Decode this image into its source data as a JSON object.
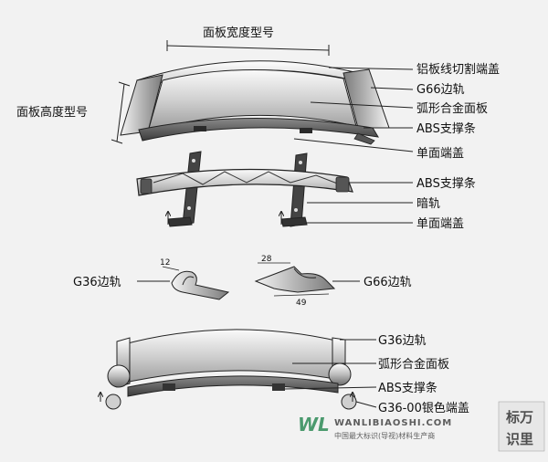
{
  "labels": {
    "panel_width_model": "面板宽度型号",
    "panel_height_model": "面板高度型号",
    "aluminum_end_cap": "铝板线切割端盖",
    "g66_rail_top": "G66边轨",
    "curved_panel_top": "弧形合金面板",
    "abs_strip_top": "ABS支撑条",
    "single_end_cap_1": "单面端盖",
    "abs_strip_mid": "ABS支撑条",
    "hidden_rail": "暗轨",
    "single_end_cap_2": "单面端盖",
    "g36_rail_detail": "G36边轨",
    "g66_rail_detail": "G66边轨",
    "dim_12": "12",
    "dim_28": "28",
    "dim_49": "49",
    "g36_rail_bottom": "G36边轨",
    "curved_panel_bottom": "弧形合金面板",
    "abs_strip_bottom": "ABS支撑条",
    "g36_00_cap": "G36-00银色端盖"
  },
  "watermark": {
    "url": "WANLIBIAOSHI.COM",
    "tagline": "中国最大标识(导视)材料生产商",
    "badge_line1": "标万",
    "badge_line2": "识里"
  },
  "colors": {
    "line": "#222222",
    "metal_light": "#e8e8e8",
    "metal_mid": "#b8b8b8",
    "metal_dark": "#6a6a6a",
    "strip_dark": "#3a3a3a",
    "watermark_green": "#2e8b57"
  }
}
